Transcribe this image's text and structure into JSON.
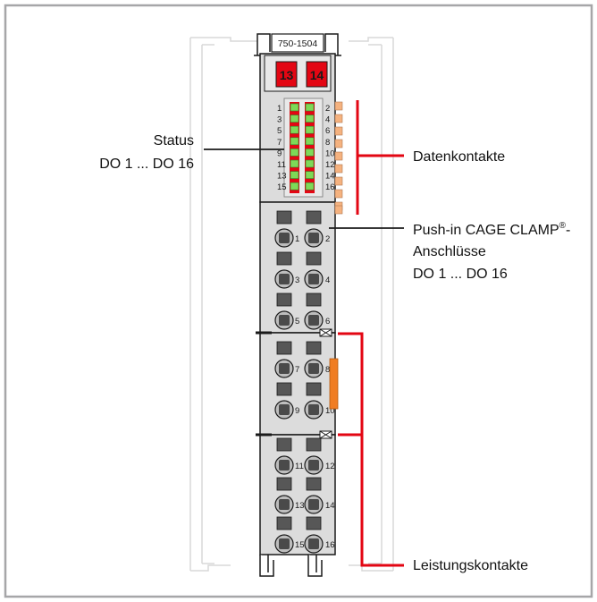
{
  "colors": {
    "frame": "#a6a6a8",
    "module_body": "#dcdcdc",
    "module_outline": "#1a1a1a",
    "rail": "#e2e2e2",
    "accent_red": "#e30613",
    "led_green": "#7ed957",
    "led_red": "#e30613",
    "contact_orange": "#f5b27f",
    "slider_orange": "#f07d22",
    "terminal_dark": "#575757"
  },
  "module": {
    "part_number": "750-1504",
    "marker_left": "13",
    "marker_right": "14"
  },
  "status_leds": {
    "left_numbers": [
      "1",
      "3",
      "5",
      "7",
      "9",
      "11",
      "13",
      "15"
    ],
    "right_numbers": [
      "2",
      "4",
      "6",
      "8",
      "10",
      "12",
      "14",
      "16"
    ]
  },
  "terminals": {
    "block1_left": [
      "1",
      "3",
      "5"
    ],
    "block1_right": [
      "2",
      "4",
      "6"
    ],
    "block2_left": [
      "7",
      "9"
    ],
    "block2_right": [
      "8",
      "10"
    ],
    "block3_left": [
      "11",
      "13",
      "15"
    ],
    "block3_right": [
      "12",
      "14",
      "16"
    ]
  },
  "labels": {
    "status_line1": "Status",
    "status_line2": "DO 1 ... DO 16",
    "data_contacts": "Datenkontakte",
    "pushin_line1": "Push-in CAGE CLAMP",
    "pushin_reg": "®",
    "pushin_dash": "-",
    "pushin_line2": "Anschlüsse",
    "pushin_line3": "DO 1 ... DO 16",
    "power_contacts": "Leistungskontakte"
  }
}
